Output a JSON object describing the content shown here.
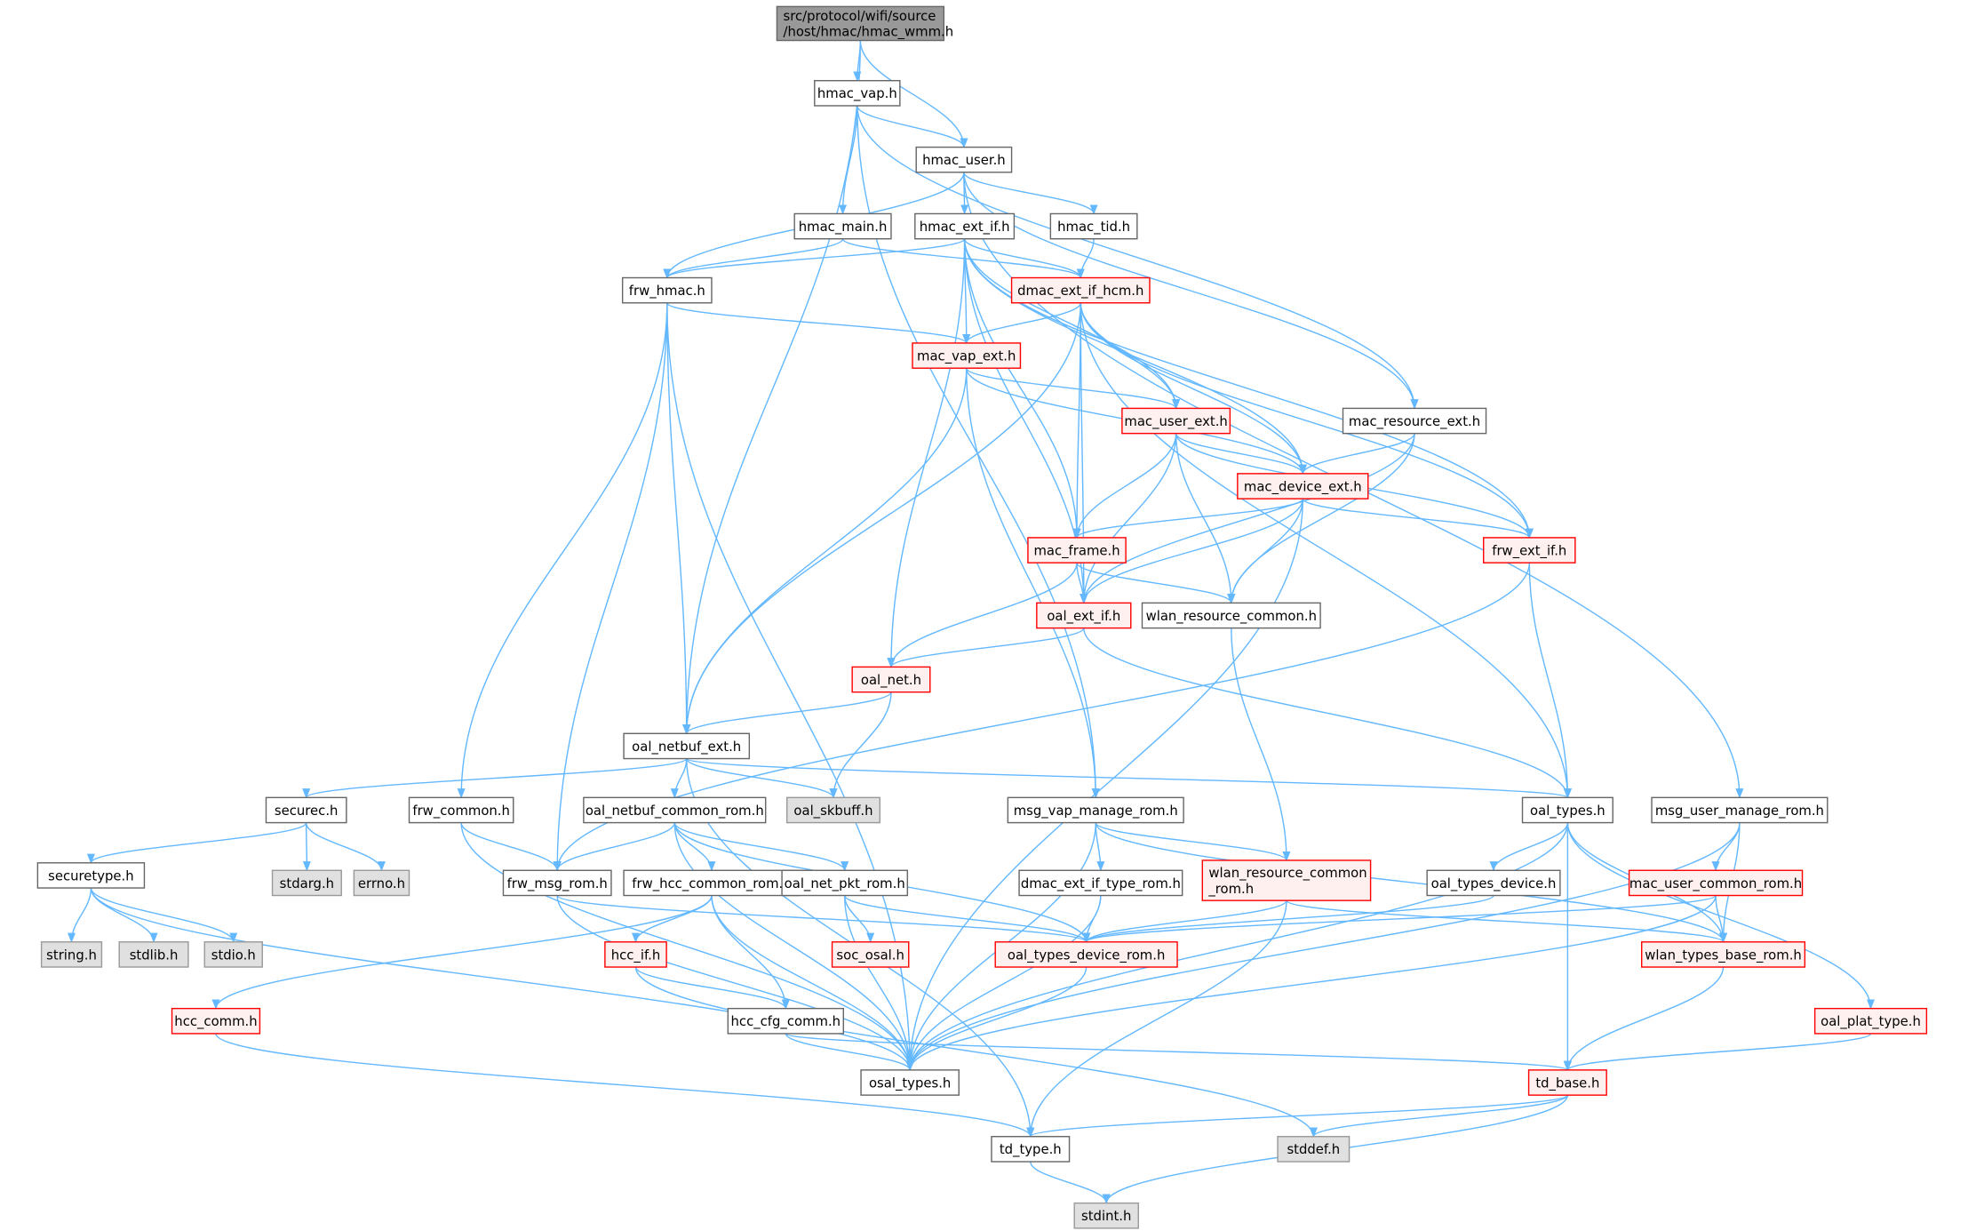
{
  "colors": {
    "edge": "#63b8ff",
    "root_fill": "#999999",
    "root_stroke": "#666666",
    "normal_fill": "#ffffff",
    "normal_stroke": "#666666",
    "incomplete_fill": "#fff0f0",
    "incomplete_stroke": "#ff0000",
    "external_fill": "#e0e0e0",
    "external_stroke": "#999999"
  },
  "nodes": {
    "root": {
      "label": [
        "src/protocol/wifi/source",
        "/host/hmac/hmac_wmm.h"
      ],
      "kind": "root"
    },
    "hmac_vap": {
      "label": [
        "hmac_vap.h"
      ],
      "kind": "normal"
    },
    "hmac_user": {
      "label": [
        "hmac_user.h"
      ],
      "kind": "normal"
    },
    "hmac_main": {
      "label": [
        "hmac_main.h"
      ],
      "kind": "normal"
    },
    "hmac_ext_if": {
      "label": [
        "hmac_ext_if.h"
      ],
      "kind": "normal"
    },
    "hmac_tid": {
      "label": [
        "hmac_tid.h"
      ],
      "kind": "normal"
    },
    "frw_hmac": {
      "label": [
        "frw_hmac.h"
      ],
      "kind": "normal"
    },
    "dmac_ext_if_hcm": {
      "label": [
        "dmac_ext_if_hcm.h"
      ],
      "kind": "incomplete"
    },
    "mac_vap_ext": {
      "label": [
        "mac_vap_ext.h"
      ],
      "kind": "incomplete"
    },
    "mac_user_ext": {
      "label": [
        "mac_user_ext.h"
      ],
      "kind": "incomplete"
    },
    "mac_resource_ext": {
      "label": [
        "mac_resource_ext.h"
      ],
      "kind": "normal"
    },
    "mac_device_ext": {
      "label": [
        "mac_device_ext.h"
      ],
      "kind": "incomplete"
    },
    "mac_frame": {
      "label": [
        "mac_frame.h"
      ],
      "kind": "incomplete"
    },
    "frw_ext_if": {
      "label": [
        "frw_ext_if.h"
      ],
      "kind": "incomplete"
    },
    "oal_ext_if": {
      "label": [
        "oal_ext_if.h"
      ],
      "kind": "incomplete"
    },
    "wlan_resource_common": {
      "label": [
        "wlan_resource_common.h"
      ],
      "kind": "normal"
    },
    "oal_net": {
      "label": [
        "oal_net.h"
      ],
      "kind": "incomplete"
    },
    "oal_netbuf_ext": {
      "label": [
        "oal_netbuf_ext.h"
      ],
      "kind": "normal"
    },
    "oal_types": {
      "label": [
        "oal_types.h"
      ],
      "kind": "normal"
    },
    "msg_user_manage_rom": {
      "label": [
        "msg_user_manage_rom.h"
      ],
      "kind": "normal"
    },
    "msg_vap_manage_rom": {
      "label": [
        "msg_vap_manage_rom.h"
      ],
      "kind": "normal"
    },
    "oal_skbuff": {
      "label": [
        "oal_skbuff.h"
      ],
      "kind": "external"
    },
    "securec": {
      "label": [
        "securec.h"
      ],
      "kind": "normal"
    },
    "frw_common": {
      "label": [
        "frw_common.h"
      ],
      "kind": "normal"
    },
    "oal_netbuf_common_rom": {
      "label": [
        "oal_netbuf_common_rom.h"
      ],
      "kind": "normal"
    },
    "securetype": {
      "label": [
        "securetype.h"
      ],
      "kind": "normal"
    },
    "stdarg": {
      "label": [
        "stdarg.h"
      ],
      "kind": "external"
    },
    "errno": {
      "label": [
        "errno.h"
      ],
      "kind": "external"
    },
    "frw_msg_rom": {
      "label": [
        "frw_msg_rom.h"
      ],
      "kind": "normal"
    },
    "frw_hcc_common_rom": {
      "label": [
        "frw_hcc_common_rom.h"
      ],
      "kind": "normal"
    },
    "oal_net_pkt_rom": {
      "label": [
        "oal_net_pkt_rom.h"
      ],
      "kind": "normal"
    },
    "dmac_ext_if_type_rom": {
      "label": [
        "dmac_ext_if_type_rom.h"
      ],
      "kind": "normal"
    },
    "wlan_resource_common_rom": {
      "label": [
        "wlan_resource_common",
        "_rom.h"
      ],
      "kind": "incomplete"
    },
    "oal_types_device": {
      "label": [
        "oal_types_device.h"
      ],
      "kind": "normal"
    },
    "mac_user_common_rom": {
      "label": [
        "mac_user_common_rom.h"
      ],
      "kind": "incomplete"
    },
    "string": {
      "label": [
        "string.h"
      ],
      "kind": "external"
    },
    "stdlib": {
      "label": [
        "stdlib.h"
      ],
      "kind": "external"
    },
    "stdio": {
      "label": [
        "stdio.h"
      ],
      "kind": "external"
    },
    "hcc_if": {
      "label": [
        "hcc_if.h"
      ],
      "kind": "incomplete"
    },
    "soc_osal": {
      "label": [
        "soc_osal.h"
      ],
      "kind": "incomplete"
    },
    "oal_types_device_rom": {
      "label": [
        "oal_types_device_rom.h"
      ],
      "kind": "incomplete"
    },
    "wlan_types_base_rom": {
      "label": [
        "wlan_types_base_rom.h"
      ],
      "kind": "incomplete"
    },
    "hcc_comm": {
      "label": [
        "hcc_comm.h"
      ],
      "kind": "incomplete"
    },
    "hcc_cfg_comm": {
      "label": [
        "hcc_cfg_comm.h"
      ],
      "kind": "normal"
    },
    "oal_plat_type": {
      "label": [
        "oal_plat_type.h"
      ],
      "kind": "incomplete"
    },
    "osal_types": {
      "label": [
        "osal_types.h"
      ],
      "kind": "normal"
    },
    "td_base": {
      "label": [
        "td_base.h"
      ],
      "kind": "incomplete"
    },
    "td_type": {
      "label": [
        "td_type.h"
      ],
      "kind": "normal"
    },
    "stddef": {
      "label": [
        "stddef.h"
      ],
      "kind": "external"
    },
    "stdint": {
      "label": [
        "stdint.h"
      ],
      "kind": "external"
    }
  },
  "edges": [
    [
      "root",
      "hmac_vap"
    ],
    [
      "root",
      "hmac_user"
    ],
    [
      "root",
      "oal_netbuf_ext"
    ],
    [
      "hmac_vap",
      "hmac_user"
    ],
    [
      "hmac_vap",
      "hmac_main"
    ],
    [
      "hmac_vap",
      "mac_resource_ext"
    ],
    [
      "hmac_vap",
      "msg_vap_manage_rom"
    ],
    [
      "hmac_user",
      "hmac_ext_if"
    ],
    [
      "hmac_user",
      "hmac_tid"
    ],
    [
      "hmac_user",
      "frw_hmac"
    ],
    [
      "hmac_user",
      "mac_resource_ext"
    ],
    [
      "hmac_user",
      "msg_user_manage_rom"
    ],
    [
      "hmac_main",
      "frw_hmac"
    ],
    [
      "hmac_main",
      "dmac_ext_if_hcm"
    ],
    [
      "hmac_ext_if",
      "frw_hmac"
    ],
    [
      "hmac_ext_if",
      "dmac_ext_if_hcm"
    ],
    [
      "hmac_ext_if",
      "mac_vap_ext"
    ],
    [
      "hmac_ext_if",
      "mac_user_ext"
    ],
    [
      "hmac_ext_if",
      "mac_device_ext"
    ],
    [
      "hmac_ext_if",
      "frw_ext_if"
    ],
    [
      "hmac_ext_if",
      "mac_frame"
    ],
    [
      "hmac_ext_if",
      "oal_ext_if"
    ],
    [
      "hmac_ext_if",
      "oal_net"
    ],
    [
      "hmac_tid",
      "dmac_ext_if_hcm"
    ],
    [
      "frw_hmac",
      "mac_vap_ext"
    ],
    [
      "frw_hmac",
      "oal_netbuf_ext"
    ],
    [
      "frw_hmac",
      "frw_common"
    ],
    [
      "frw_hmac",
      "frw_msg_rom"
    ],
    [
      "frw_hmac",
      "osal_types"
    ],
    [
      "dmac_ext_if_hcm",
      "mac_vap_ext"
    ],
    [
      "dmac_ext_if_hcm",
      "mac_user_ext"
    ],
    [
      "dmac_ext_if_hcm",
      "mac_device_ext"
    ],
    [
      "dmac_ext_if_hcm",
      "mac_frame"
    ],
    [
      "dmac_ext_if_hcm",
      "frw_ext_if"
    ],
    [
      "dmac_ext_if_hcm",
      "oal_types"
    ],
    [
      "dmac_ext_if_hcm",
      "oal_netbuf_ext"
    ],
    [
      "dmac_ext_if_hcm",
      "oal_ext_if"
    ],
    [
      "mac_vap_ext",
      "mac_user_ext"
    ],
    [
      "mac_vap_ext",
      "mac_device_ext"
    ],
    [
      "mac_vap_ext",
      "oal_netbuf_ext"
    ],
    [
      "mac_vap_ext",
      "msg_vap_manage_rom"
    ],
    [
      "mac_user_ext",
      "mac_device_ext"
    ],
    [
      "mac_user_ext",
      "mac_frame"
    ],
    [
      "mac_user_ext",
      "oal_ext_if"
    ],
    [
      "mac_user_ext",
      "wlan_resource_common"
    ],
    [
      "mac_user_ext",
      "frw_ext_if"
    ],
    [
      "mac_resource_ext",
      "mac_device_ext"
    ],
    [
      "mac_resource_ext",
      "oal_ext_if"
    ],
    [
      "mac_resource_ext",
      "wlan_resource_common"
    ],
    [
      "mac_device_ext",
      "mac_frame"
    ],
    [
      "mac_device_ext",
      "oal_ext_if"
    ],
    [
      "mac_device_ext",
      "wlan_resource_common"
    ],
    [
      "mac_device_ext",
      "frw_ext_if"
    ],
    [
      "mac_device_ext",
      "osal_types"
    ],
    [
      "mac_frame",
      "oal_ext_if"
    ],
    [
      "mac_frame",
      "wlan_resource_common"
    ],
    [
      "mac_frame",
      "oal_net"
    ],
    [
      "frw_ext_if",
      "oal_types"
    ],
    [
      "frw_ext_if",
      "frw_msg_rom"
    ],
    [
      "oal_ext_if",
      "oal_net"
    ],
    [
      "oal_ext_if",
      "oal_types"
    ],
    [
      "wlan_resource_common",
      "wlan_resource_common_rom"
    ],
    [
      "oal_net",
      "oal_netbuf_ext"
    ],
    [
      "oal_net",
      "oal_skbuff"
    ],
    [
      "oal_netbuf_ext",
      "securec"
    ],
    [
      "oal_netbuf_ext",
      "oal_netbuf_common_rom"
    ],
    [
      "oal_netbuf_ext",
      "oal_skbuff"
    ],
    [
      "oal_netbuf_ext",
      "oal_types"
    ],
    [
      "oal_netbuf_ext",
      "td_type"
    ],
    [
      "oal_types",
      "oal_types_device"
    ],
    [
      "oal_types",
      "osal_types"
    ],
    [
      "oal_types",
      "oal_plat_type"
    ],
    [
      "oal_types",
      "td_base"
    ],
    [
      "oal_types",
      "wlan_types_base_rom"
    ],
    [
      "msg_user_manage_rom",
      "mac_user_common_rom"
    ],
    [
      "msg_user_manage_rom",
      "wlan_types_base_rom"
    ],
    [
      "msg_user_manage_rom",
      "osal_types"
    ],
    [
      "msg_vap_manage_rom",
      "dmac_ext_if_type_rom"
    ],
    [
      "msg_vap_manage_rom",
      "wlan_resource_common_rom"
    ],
    [
      "msg_vap_manage_rom",
      "osal_types"
    ],
    [
      "msg_vap_manage_rom",
      "wlan_types_base_rom"
    ],
    [
      "securec",
      "securetype"
    ],
    [
      "securec",
      "stdarg"
    ],
    [
      "securec",
      "errno"
    ],
    [
      "frw_common",
      "frw_msg_rom"
    ],
    [
      "frw_common",
      "osal_types"
    ],
    [
      "oal_netbuf_common_rom",
      "frw_msg_rom"
    ],
    [
      "oal_netbuf_common_rom",
      "frw_hcc_common_rom"
    ],
    [
      "oal_netbuf_common_rom",
      "oal_net_pkt_rom"
    ],
    [
      "oal_netbuf_common_rom",
      "oal_types_device_rom"
    ],
    [
      "oal_netbuf_common_rom",
      "osal_types"
    ],
    [
      "securetype",
      "string"
    ],
    [
      "securetype",
      "stdlib"
    ],
    [
      "securetype",
      "stdio"
    ],
    [
      "securetype",
      "osal_types"
    ],
    [
      "frw_msg_rom",
      "oal_types_device_rom"
    ],
    [
      "frw_msg_rom",
      "osal_types"
    ],
    [
      "frw_hcc_common_rom",
      "hcc_comm"
    ],
    [
      "frw_hcc_common_rom",
      "hcc_if"
    ],
    [
      "frw_hcc_common_rom",
      "hcc_cfg_comm"
    ],
    [
      "frw_hcc_common_rom",
      "osal_types"
    ],
    [
      "oal_net_pkt_rom",
      "soc_osal"
    ],
    [
      "oal_net_pkt_rom",
      "oal_types_device_rom"
    ],
    [
      "oal_net_pkt_rom",
      "osal_types"
    ],
    [
      "dmac_ext_if_type_rom",
      "oal_types_device_rom"
    ],
    [
      "dmac_ext_if_type_rom",
      "osal_types"
    ],
    [
      "wlan_resource_common_rom",
      "oal_types_device_rom"
    ],
    [
      "wlan_resource_common_rom",
      "wlan_types_base_rom"
    ],
    [
      "wlan_resource_common_rom",
      "td_type"
    ],
    [
      "oal_types_device",
      "oal_types_device_rom"
    ],
    [
      "mac_user_common_rom",
      "oal_types_device_rom"
    ],
    [
      "mac_user_common_rom",
      "wlan_types_base_rom"
    ],
    [
      "mac_user_common_rom",
      "osal_types"
    ],
    [
      "hcc_if",
      "hcc_cfg_comm"
    ],
    [
      "hcc_if",
      "stddef"
    ],
    [
      "wlan_types_base_rom",
      "td_base"
    ],
    [
      "oal_types_device_rom",
      "osal_types"
    ],
    [
      "hcc_comm",
      "td_type"
    ],
    [
      "hcc_cfg_comm",
      "osal_types"
    ],
    [
      "hcc_cfg_comm",
      "td_base"
    ],
    [
      "oal_plat_type",
      "td_base"
    ],
    [
      "td_base",
      "td_type"
    ],
    [
      "td_base",
      "stddef"
    ],
    [
      "td_base",
      "stdint"
    ],
    [
      "td_type",
      "stdint"
    ]
  ]
}
